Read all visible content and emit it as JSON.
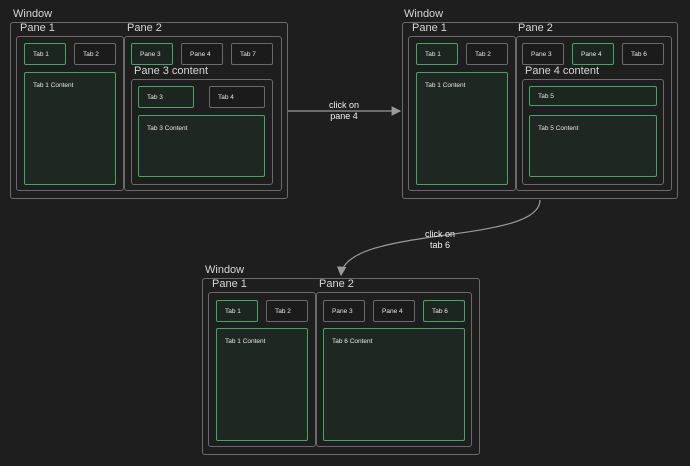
{
  "labels": {
    "window": "Window",
    "pane1": "Pane 1",
    "pane2": "Pane 2",
    "pane3_content": "Pane 3 content",
    "pane4_content": "Pane 4 content"
  },
  "tabs": {
    "tab1": "Tab 1",
    "tab2": "Tab 2",
    "tab3": "Tab 3",
    "tab4": "Tab 4",
    "tab5": "Tab 5",
    "tab6": "Tab 6",
    "tab7": "Tab 7",
    "pane3": "Pane 3",
    "pane4": "Pane 4"
  },
  "contents": {
    "tab1": "Tab 1 Content",
    "tab3": "Tab 3 Content",
    "tab5": "Tab 5 Content",
    "tab6": "Tab 6 Content"
  },
  "transitions": {
    "first_line1": "click on",
    "first_line2": "pane 4",
    "second_line1": "click on",
    "second_line2": "tab 6"
  },
  "colors": {
    "background": "#1e1e1e",
    "frame_border": "#6a6a6a",
    "active_border": "#3fa864",
    "arrow": "#9a9a9a"
  }
}
